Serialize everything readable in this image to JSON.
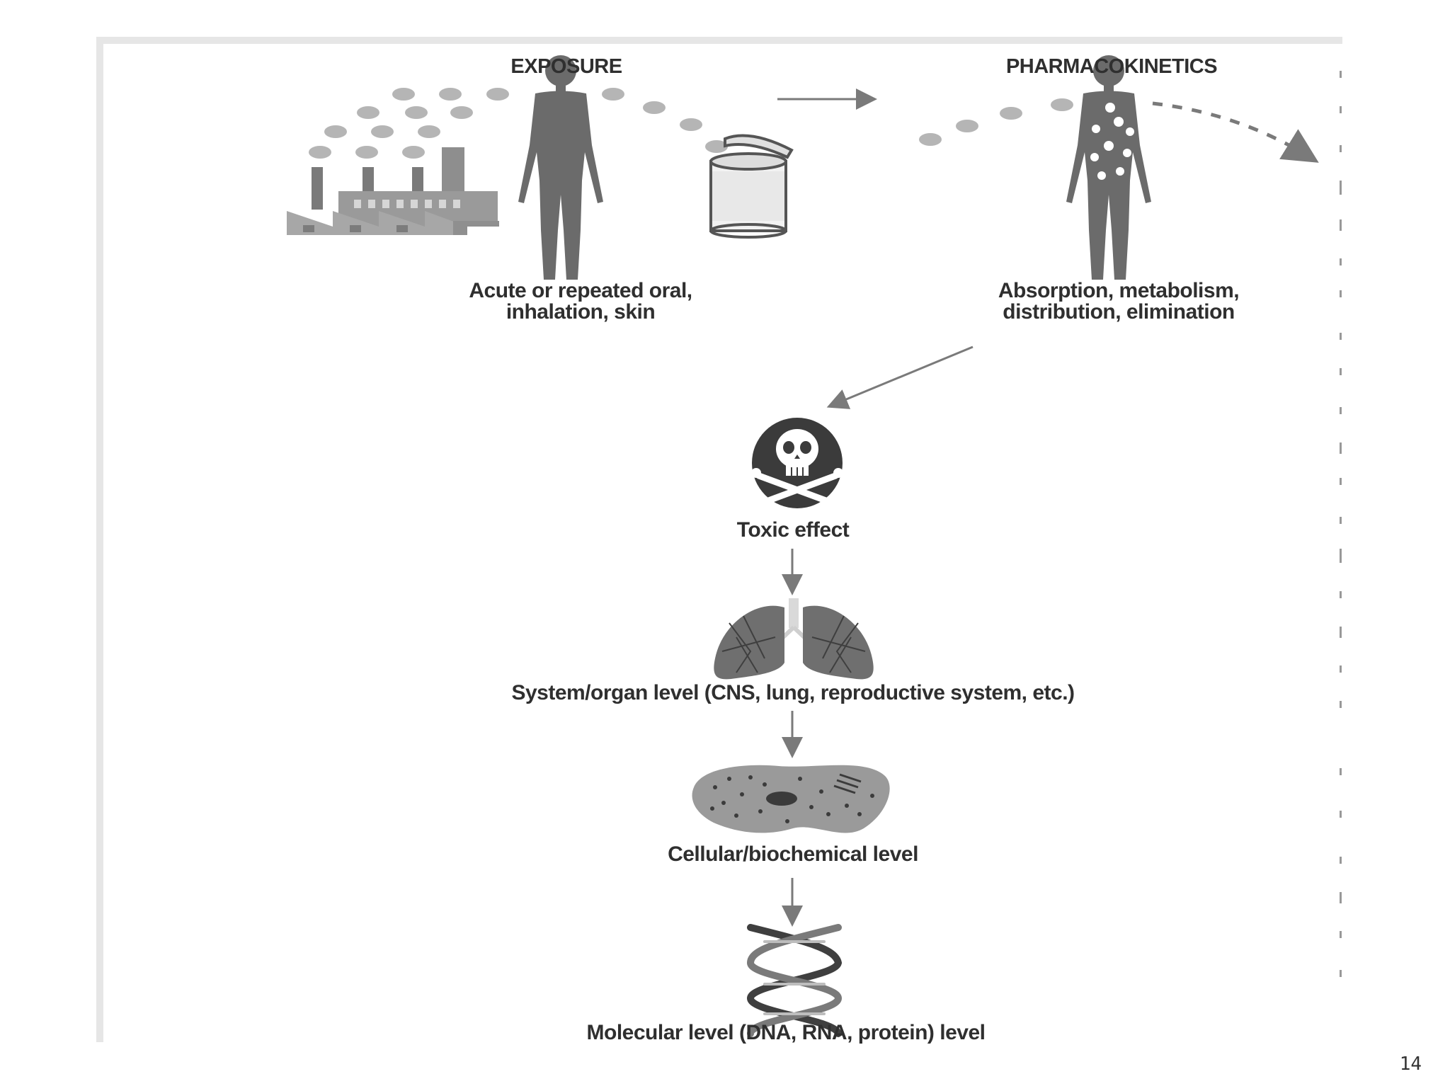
{
  "diagram": {
    "headings": {
      "exposure": "EXPOSURE",
      "pharmacokinetics": "PHARMACOKINETICS"
    },
    "captions": {
      "exposure_line1": "Acute or repeated oral,",
      "exposure_line2": "inhalation, skin",
      "pk_line1": "Absorption, metabolism,",
      "pk_line2": "distribution, elimination",
      "toxic": "Toxic effect",
      "organ": "System/organ level (CNS, lung, reproductive system, etc.)",
      "cellular": "Cellular/biochemical level",
      "molecular": "Molecular level (DNA, RNA, protein) level"
    },
    "icons": [
      "factory-icon",
      "human-figure-icon",
      "open-can-icon",
      "skull-crossbones-icon",
      "lungs-icon",
      "cell-icon",
      "dna-helix-icon"
    ],
    "colors": {
      "figure": "#6b6b6b",
      "text": "#2f2f2f",
      "dots": "#b5b5b5",
      "arrows": "#7a7a7a"
    }
  },
  "slide": {
    "page_number": "14"
  }
}
